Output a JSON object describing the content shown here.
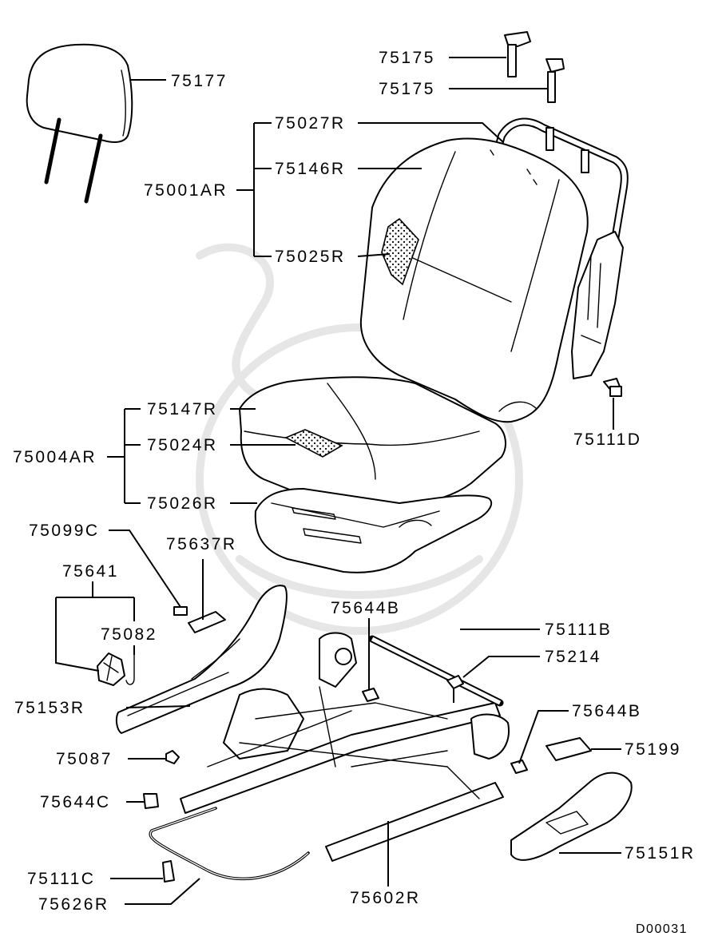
{
  "diagram": {
    "code": "D00031",
    "labels": {
      "l75177": "75177",
      "l75175a": "75175",
      "l75175b": "75175",
      "l75027R": "75027R",
      "l75146R": "75146R",
      "l75001AR": "75001AR",
      "l75025R": "75025R",
      "l75111D": "75111D",
      "l75147R": "75147R",
      "l75024R": "75024R",
      "l75004AR": "75004AR",
      "l75026R": "75026R",
      "l75099C": "75099C",
      "l75637R": "75637R",
      "l75641": "75641",
      "l75082": "75082",
      "l75644B_top": "75644B",
      "l75111B": "75111B",
      "l75214": "75214",
      "l75153R": "75153R",
      "l75644B_right": "75644B",
      "l75199": "75199",
      "l75087": "75087",
      "l75644C": "75644C",
      "l75151R": "75151R",
      "l75111C": "75111C",
      "l75626R": "75626R",
      "l75602R": "75602R"
    },
    "parts": {
      "headrest": "headrest",
      "seatback": "seatback",
      "seat_cushion": "seat cushion",
      "recliner_cover": "recliner cover",
      "seat_track": "seat track"
    }
  }
}
